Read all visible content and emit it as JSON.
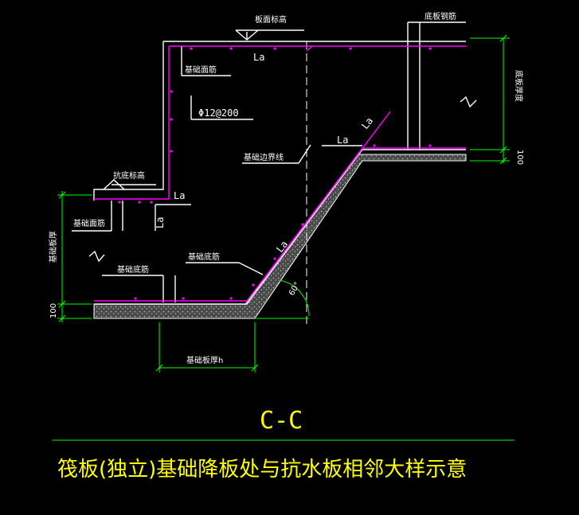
{
  "labels": {
    "slab_top_elevation": "板面标高",
    "slab_bottom_rebar": "底板钢筋",
    "foundation_top_rebar": "基础面筋",
    "rebar_spec": "Φ12@200",
    "foundation_edge_line": "基础边界线",
    "anti_float_elevation": "抗底标高",
    "foundation_top_rebar_left": "基础面筋",
    "foundation_bottom_rebar_left": "基础底筋",
    "foundation_bottom_rebar_mid": "基础底筋",
    "foundation_thickness": "基础板厚h",
    "foundation_thickness_vertical": "基础板厚",
    "bottom_slab_thickness": "底板厚度",
    "la": "La",
    "angle": "60°",
    "dim_100": "100"
  },
  "section_label": "C-C",
  "title": "筏板(独立)基础降板处与抗水板相邻大样示意",
  "colors": {
    "background": "#000000",
    "outline": "#ffffff",
    "rebar": "#ff00ff",
    "dimension": "#00ff00",
    "title": "#ffff00",
    "concrete_fill": "#7a7a7a"
  }
}
